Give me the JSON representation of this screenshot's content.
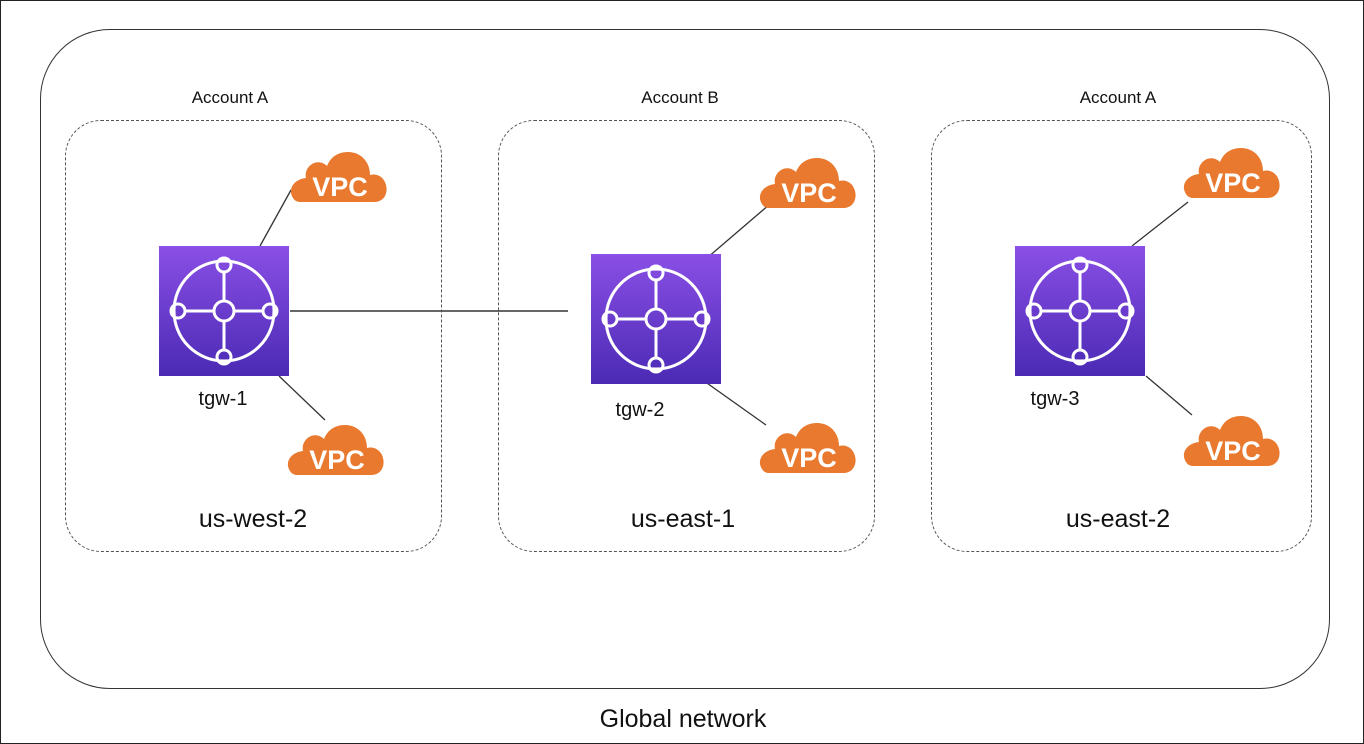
{
  "global": {
    "label": "Global network"
  },
  "regions": [
    {
      "account": "Account A",
      "name": "us-west-2",
      "gateway": "tgw-1",
      "vpcs": [
        "VPC",
        "VPC"
      ]
    },
    {
      "account": "Account B",
      "name": "us-east-1",
      "gateway": "tgw-2",
      "vpcs": [
        "VPC",
        "VPC"
      ]
    },
    {
      "account": "Account A",
      "name": "us-east-2",
      "gateway": "tgw-3",
      "vpcs": [
        "VPC",
        "VPC"
      ]
    }
  ],
  "colors": {
    "vpc": "#E8792E",
    "tgw_top": "#8A4FE6",
    "tgw_bottom": "#4B2AB4",
    "line": "#333333"
  },
  "icons": {
    "vpc": "cloud-icon",
    "gateway": "transit-gateway-icon"
  }
}
